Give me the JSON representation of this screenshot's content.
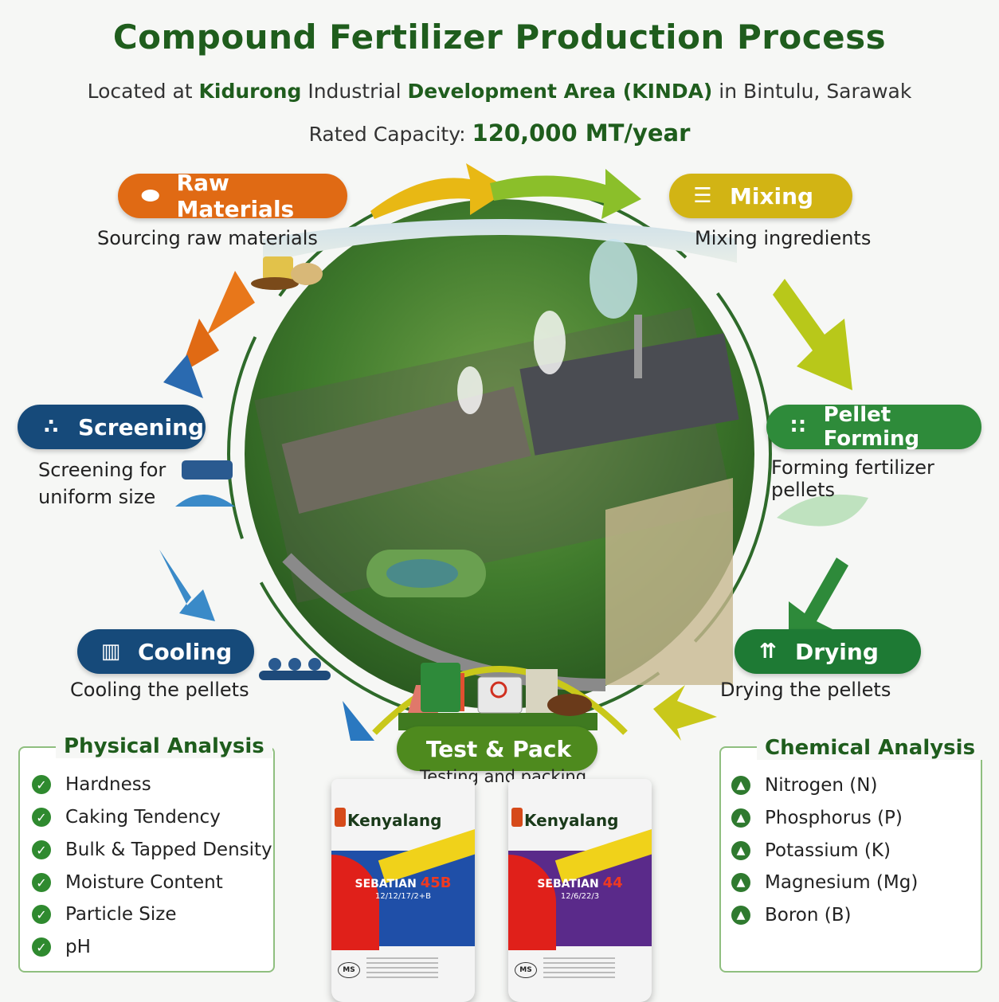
{
  "title": "Compound Fertilizer Production Process",
  "location": {
    "prefix": "Located at ",
    "place": "Kidurong",
    "middle": " Industrial ",
    "area": "Development Area (KINDA)",
    "suffix": " in Bintulu, Sarawak"
  },
  "capacity": {
    "label": "Rated Capacity: ",
    "value": "120,000 MT/year"
  },
  "steps": [
    {
      "label": "Raw Materials",
      "caption": "Sourcing raw materials",
      "color": "#e06a14",
      "icon": "beans-icon"
    },
    {
      "label": "Mixing",
      "caption": "Mixing ingredients",
      "color": "#d2b414",
      "icon": "mixer-icon"
    },
    {
      "label": "Pellet Forming",
      "caption": "Forming fertilizer pellets",
      "color": "#2e8b3a",
      "icon": "pellet-machine-icon"
    },
    {
      "label": "Drying",
      "caption": "Drying the pellets",
      "color": "#1e7a34",
      "icon": "dryer-icon"
    },
    {
      "label": "Test & Pack",
      "caption": "Testing and packing",
      "color": "#4e8a1e",
      "icon": "lab-icon"
    },
    {
      "label": "Cooling",
      "caption": "Cooling the pellets",
      "color": "#164a7a",
      "icon": "cooler-icon"
    },
    {
      "label": "Screening",
      "caption": "Screening for\nuniform size",
      "color": "#164a7a",
      "icon": "screen-icon"
    }
  ],
  "physical": {
    "title": "Physical Analysis",
    "items": [
      "Hardness",
      "Caking Tendency",
      "Bulk & Tapped Density",
      "Moisture Content",
      "Particle Size",
      "pH"
    ]
  },
  "chemical": {
    "title": "Chemical Analysis",
    "items": [
      "Nitrogen (N)",
      "Phosphorus (P)",
      "Potassium (K)",
      "Magnesium (Mg)",
      "Boron (B)"
    ]
  },
  "bags": [
    {
      "brand": "Kenyalang",
      "name": "SEBATIAN ",
      "code": "45B",
      "sub": "12/12/17/2+B",
      "band_color": "#1f4fa8"
    },
    {
      "brand": "Kenyalang",
      "name": "SEBATIAN ",
      "code": "44",
      "sub": "12/6/22/3",
      "band_color": "#5a2a8a"
    }
  ]
}
